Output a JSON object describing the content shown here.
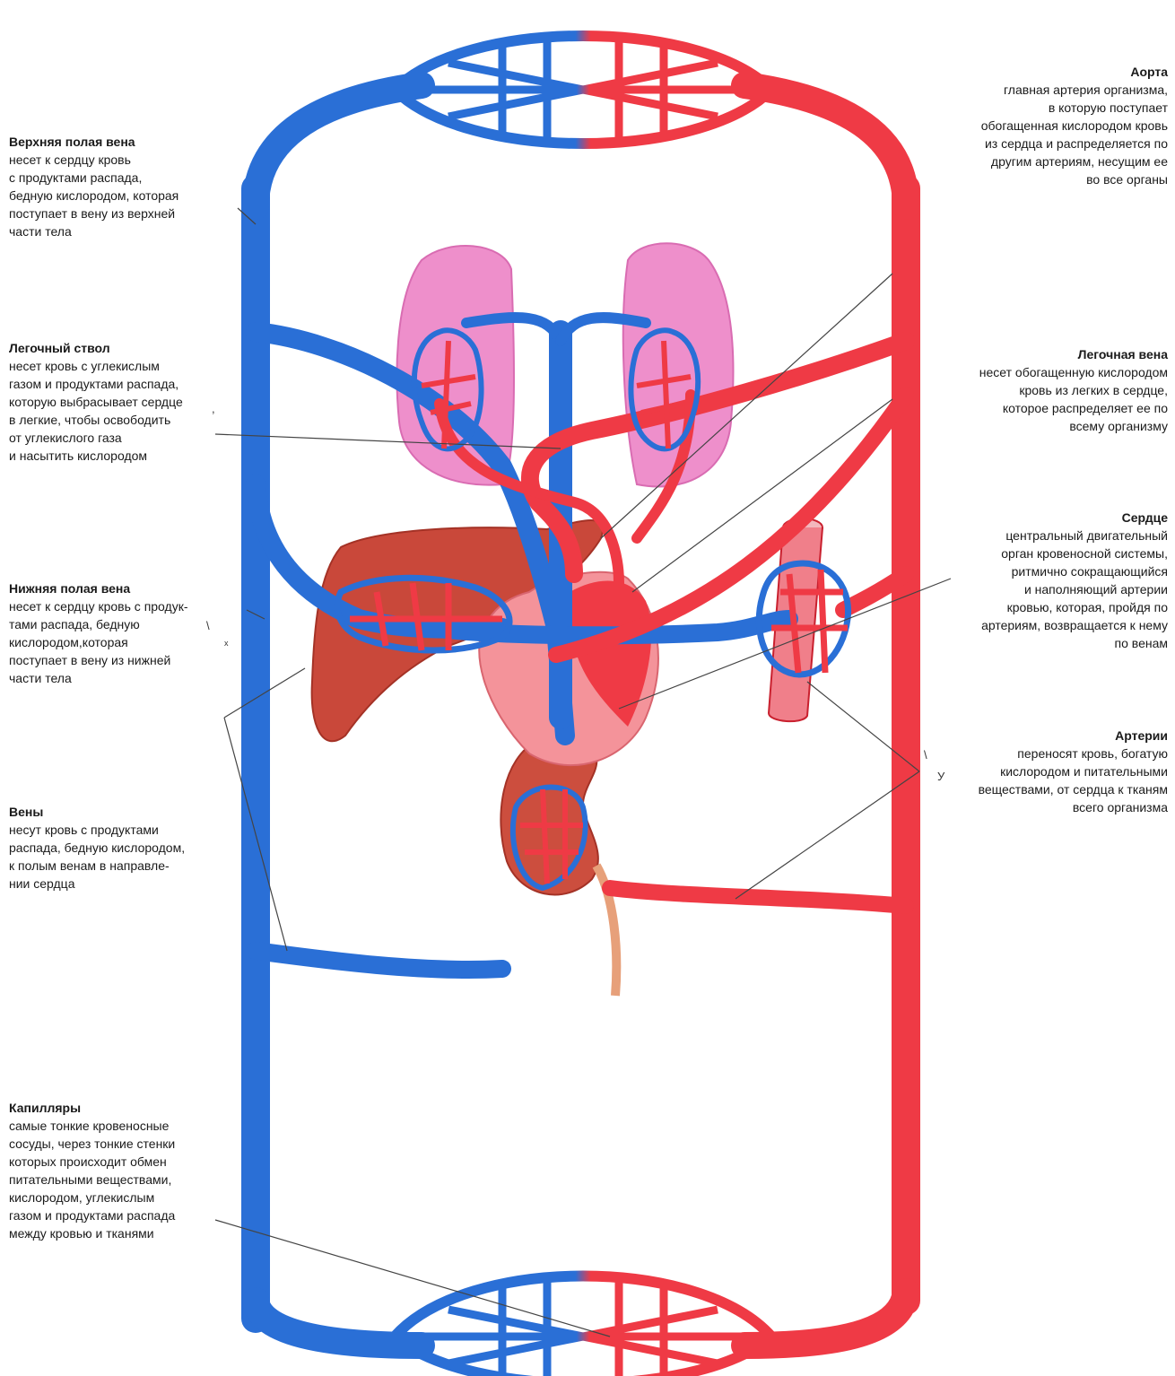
{
  "colors": {
    "vein": "#2a6fd6",
    "vein_dark": "#1f55b5",
    "artery": "#ef3a45",
    "artery_dark": "#c9202e",
    "lung": "#ee8fcb",
    "liver": "#c9483a",
    "kidney": "#cc4e3e",
    "heart_light": "#f4939a",
    "leader_line": "#444444"
  },
  "labels": {
    "superior_vena_cava": {
      "title": "Верхняя полая вена",
      "desc": "несет к сердцу кровь\nс продуктами распада,\nбедную кислородом, которая\nпоступает в вену из верхней\nчасти тела"
    },
    "pulmonary_trunk": {
      "title": "Легочный ствол",
      "desc": "несет кровь с углекислым\nгазом и продуктами распада,\nкоторую выбрасывает сердце\nв легкие, чтобы освободить\nот углекислого газа\nи насытить кислородом"
    },
    "inferior_vena_cava": {
      "title": "Нижняя полая вена",
      "desc": "несет к сердцу кровь с продук-\nтами распада, бедную\nкислородом,которая\nпоступает в вену из нижней\nчасти тела"
    },
    "veins": {
      "title": "Вены",
      "desc": "несут кровь с продуктами\nраспада, бедную кислородом,\nк полым венам в направле-\nнии сердца"
    },
    "capillaries": {
      "title": "Капилляры",
      "desc": "самые тонкие кровеносные\nсосуды, через тонкие стенки\nкоторых происходит обмен\nпитательными веществами,\nкислородом, углекислым\nгазом и продуктами распада\nмежду кровью и тканями"
    },
    "aorta": {
      "title": "Аорта",
      "desc": "главная артерия организма,\nв которую поступает\nобогащенная кислородом кровь\nиз сердца и распределяется по\nдругим артериям, несущим ее\nво все органы"
    },
    "pulmonary_vein": {
      "title": "Легочная вена",
      "desc": "несет обогащенную кислородом\nкровь из легких в сердце,\nкоторое распределяет ее по\nвсему организму"
    },
    "heart": {
      "title": "Сердце",
      "desc": "центральный двигательный\nорган кровеносной системы,\nритмично сокращающийся\nи наполняющий артерии\nкровью, которая, пройдя по\nартериям, возвращается к нему\nпо венам"
    },
    "arteries": {
      "title": "Артерии",
      "desc": "переносят кровь, богатую\nкислородом и питательными\nвеществами, от сердца к тканям\nвсего организма"
    }
  },
  "stray_marks": {
    "comma": ",",
    "backslash_1": "\\",
    "x_mark": "x",
    "backslash_2": "\\",
    "y_mark": "У"
  }
}
